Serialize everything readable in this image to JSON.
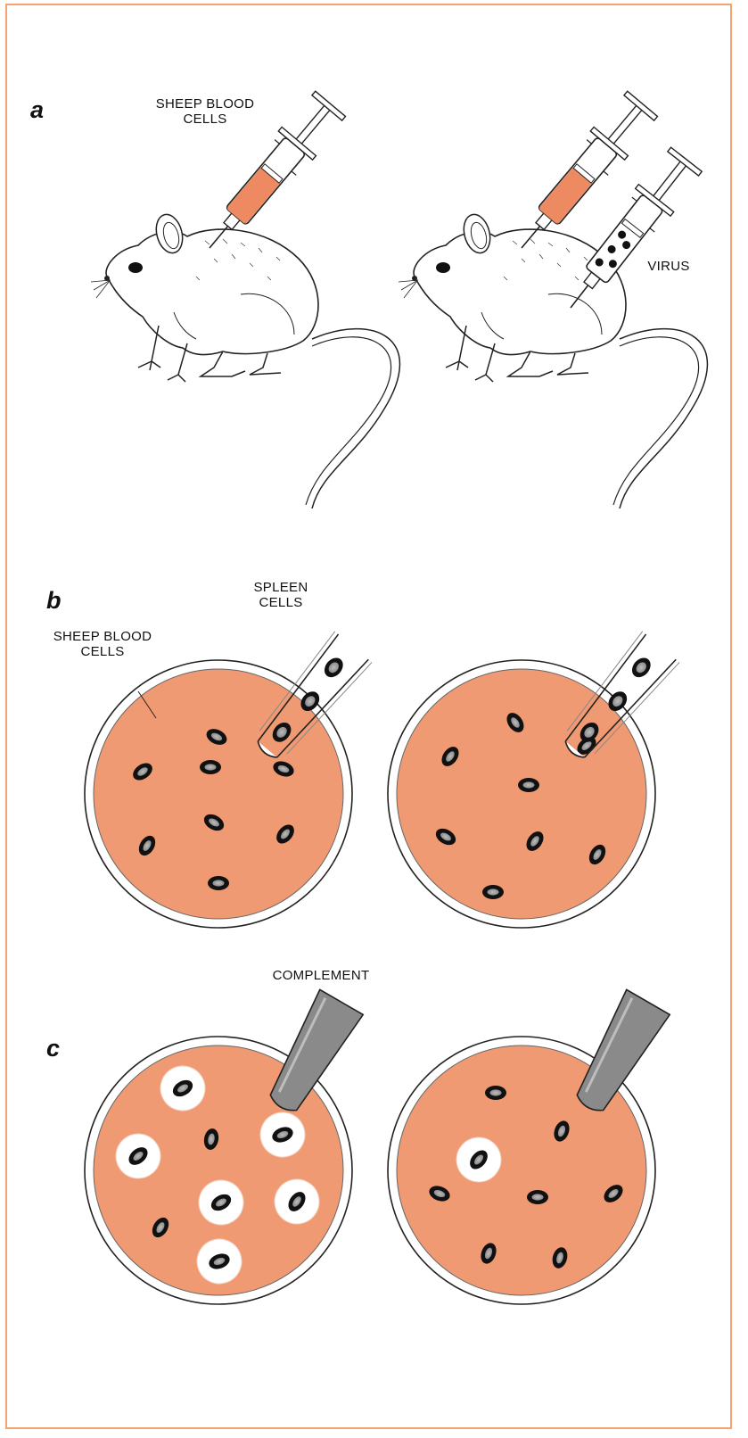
{
  "panels": {
    "a": {
      "letter": "a",
      "label_blood_line1": "SHEEP BLOOD",
      "label_blood_line2": "CELLS",
      "label_virus": "VIRUS"
    },
    "b": {
      "letter": "b",
      "label_spleen_line1": "SPLEEN",
      "label_spleen_line2": "CELLS",
      "label_blood_line1": "SHEEP BLOOD",
      "label_blood_line2": "CELLS"
    },
    "c": {
      "letter": "c",
      "label_complement": "COMPLEMENT"
    }
  },
  "colors": {
    "frame": "#f2a36f",
    "dish_fill": "#ef9a72",
    "blood_fill": "#ee8a62",
    "ink": "#111111",
    "pipette_gray": "#8a8a8a"
  }
}
